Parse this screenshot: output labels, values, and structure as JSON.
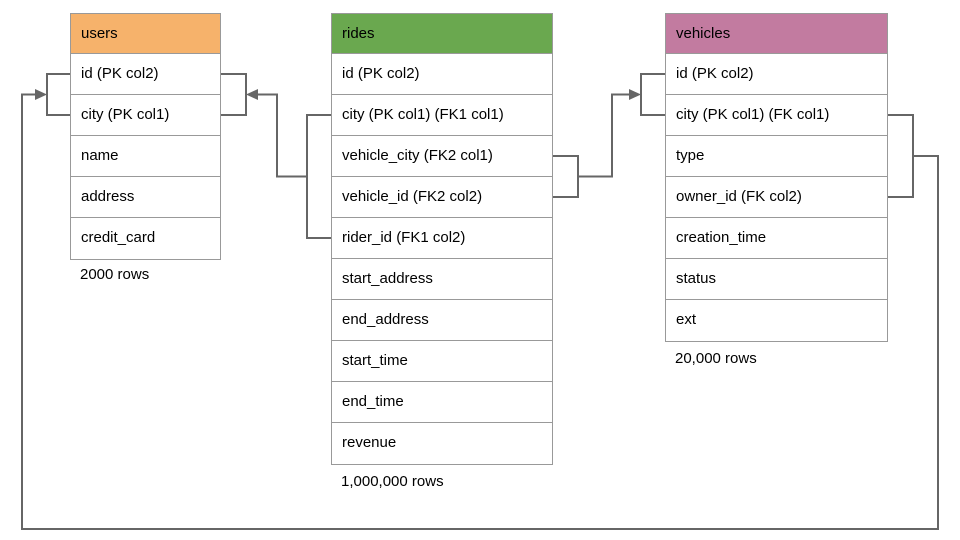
{
  "diagram": {
    "type": "database-schema",
    "connector_color": "#666666",
    "border_color": "#999999",
    "background": "#ffffff"
  },
  "tables": [
    {
      "name": "users",
      "header_color": "#f6b26b",
      "columns": [
        "id (PK col2)",
        "city (PK col1)",
        "name",
        "address",
        "credit_card"
      ],
      "row_count_label": "2000 rows"
    },
    {
      "name": "rides",
      "header_color": "#6aa84f",
      "columns": [
        "id (PK col2)",
        "city (PK col1) (FK1 col1)",
        "vehicle_city (FK2 col1)",
        "vehicle_id (FK2 col2)",
        "rider_id (FK1 col2)",
        "start_address",
        "end_address",
        "start_time",
        "end_time",
        "revenue"
      ],
      "row_count_label": "1,000,000 rows"
    },
    {
      "name": "vehicles",
      "header_color": "#c27ba0",
      "columns": [
        "id (PK col2)",
        "city (PK col1) (FK col1)",
        "type",
        "owner_id (FK col2)",
        "creation_time",
        "status",
        "ext"
      ],
      "row_count_label": "20,000 rows"
    }
  ],
  "relationships": [
    {
      "name": "FK1",
      "from": "rides (city, rider_id)",
      "to": "users (city, id)"
    },
    {
      "name": "FK2",
      "from": "rides (vehicle_city, vehicle_id)",
      "to": "vehicles (city, id)"
    },
    {
      "name": "FK",
      "from": "vehicles (city, owner_id)",
      "to": "users (city, id)"
    }
  ]
}
